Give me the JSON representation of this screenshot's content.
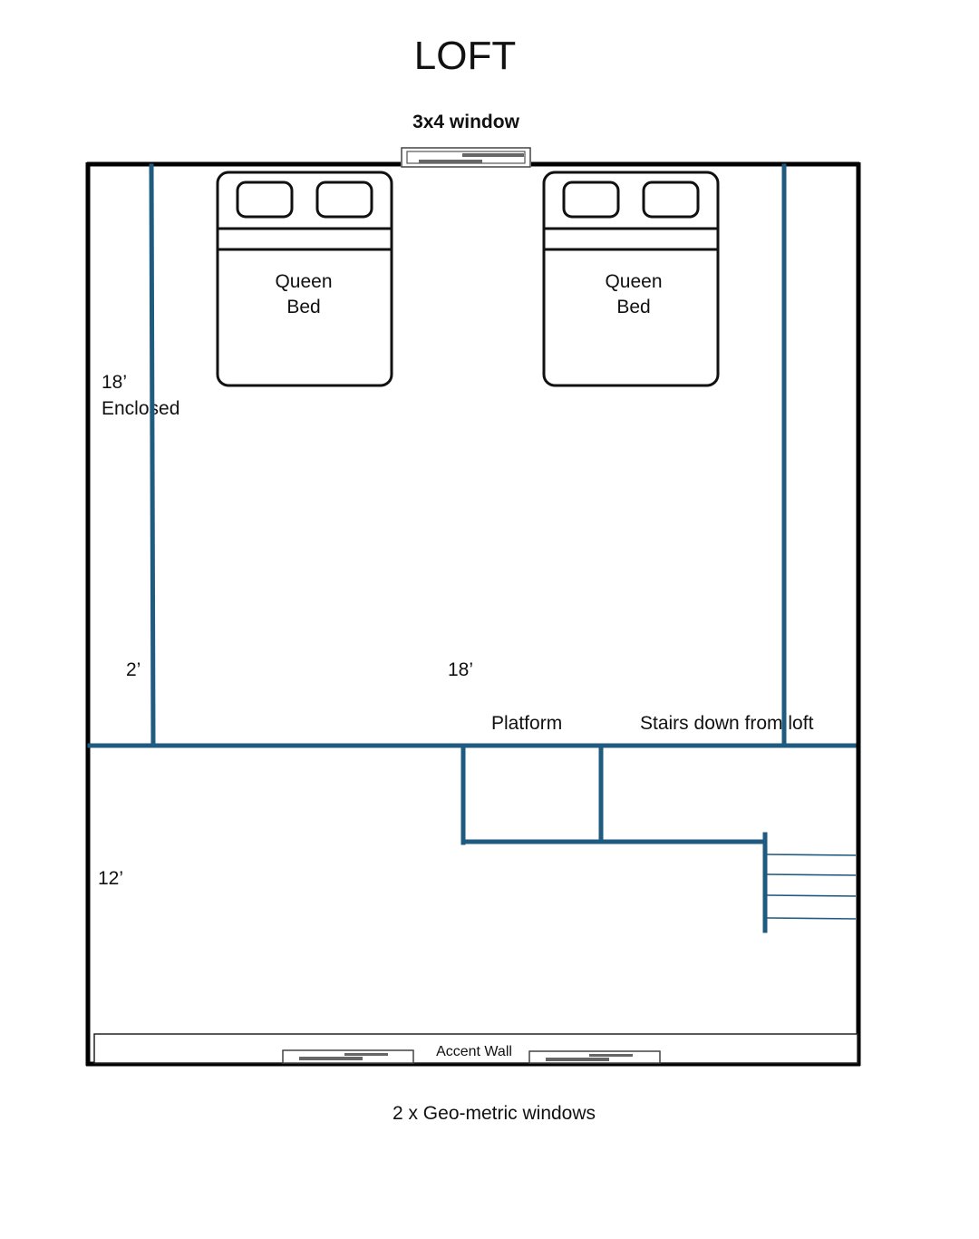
{
  "title": "LOFT",
  "top_window_label": "3x4 window",
  "beds": [
    {
      "line1": "Queen",
      "line2": "Bed"
    },
    {
      "line1": "Queen",
      "line2": "Bed"
    }
  ],
  "enclosed_label": {
    "line1": "18’",
    "line2": "Enclosed"
  },
  "dim_2ft": "2’",
  "dim_18ft": "18’",
  "dim_12ft": "12’",
  "platform_label": "Platform",
  "stairs_label": "Stairs down from loft",
  "accent_wall_label": "Accent Wall",
  "bottom_windows_label": "2 x Geo-metric windows",
  "colors": {
    "partition_blue": "#1f5a80",
    "exterior_wall": "#000000"
  }
}
